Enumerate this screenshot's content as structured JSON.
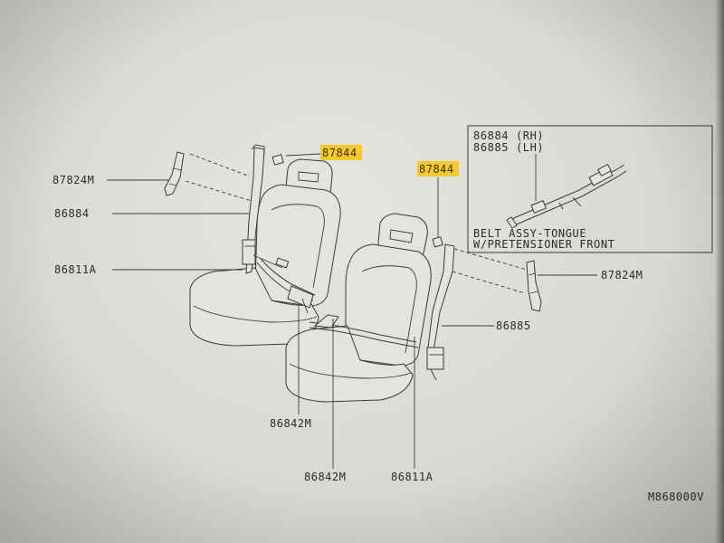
{
  "labels": {
    "anchor_left": "87824M",
    "belt_left": "86884",
    "buckle_left": "86811A",
    "cover_left": "87844",
    "cover_right": "87844",
    "buckle_center_upper": "86842M",
    "buckle_center_lower": "86842M",
    "buckle_right": "86811A",
    "belt_right": "86885",
    "anchor_right": "87824M"
  },
  "inset": {
    "rh_part": "86884 (RH)",
    "lh_part": "86885 (LH)",
    "caption_line1": "BELT ASSY-TONGUE",
    "caption_line2": "W/PRETENSIONER FRONT"
  },
  "footer": {
    "drawing_code": "M868000V"
  },
  "colors": {
    "highlight": "#f7c71d",
    "line": "#3a3a3a",
    "background": "#e0e0db"
  }
}
